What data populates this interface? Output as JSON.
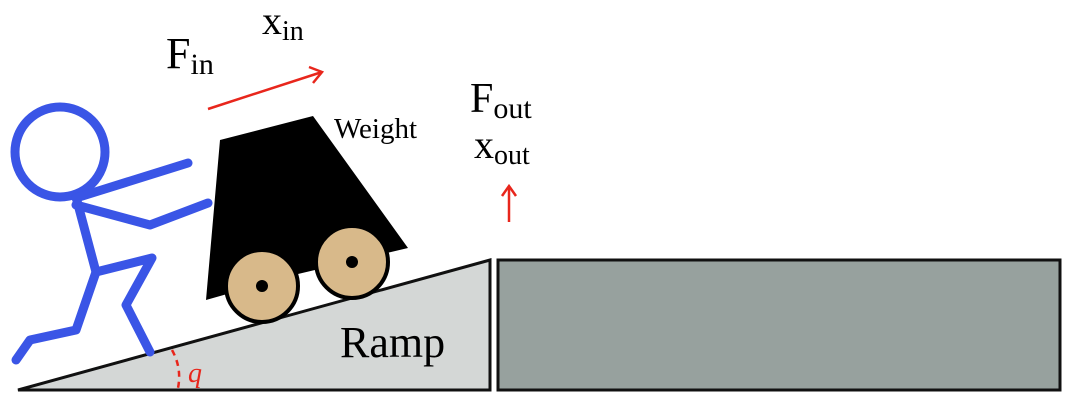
{
  "labels": {
    "f_in": {
      "main": "F",
      "sub": "in"
    },
    "x_in": {
      "main": "x",
      "sub": "in"
    },
    "f_out": {
      "main": "F",
      "sub": "out"
    },
    "x_out": {
      "main": "x",
      "sub": "out"
    },
    "weight": "Weight",
    "ramp": "Ramp",
    "angle": "q"
  },
  "colors": {
    "figure": "#3a55e6",
    "arrow": "#e8261c",
    "cart": "#000000",
    "wheel": "#d8b98a",
    "ramp": "#d4d7d6",
    "block": "#97a19e",
    "outline": "#111111"
  }
}
